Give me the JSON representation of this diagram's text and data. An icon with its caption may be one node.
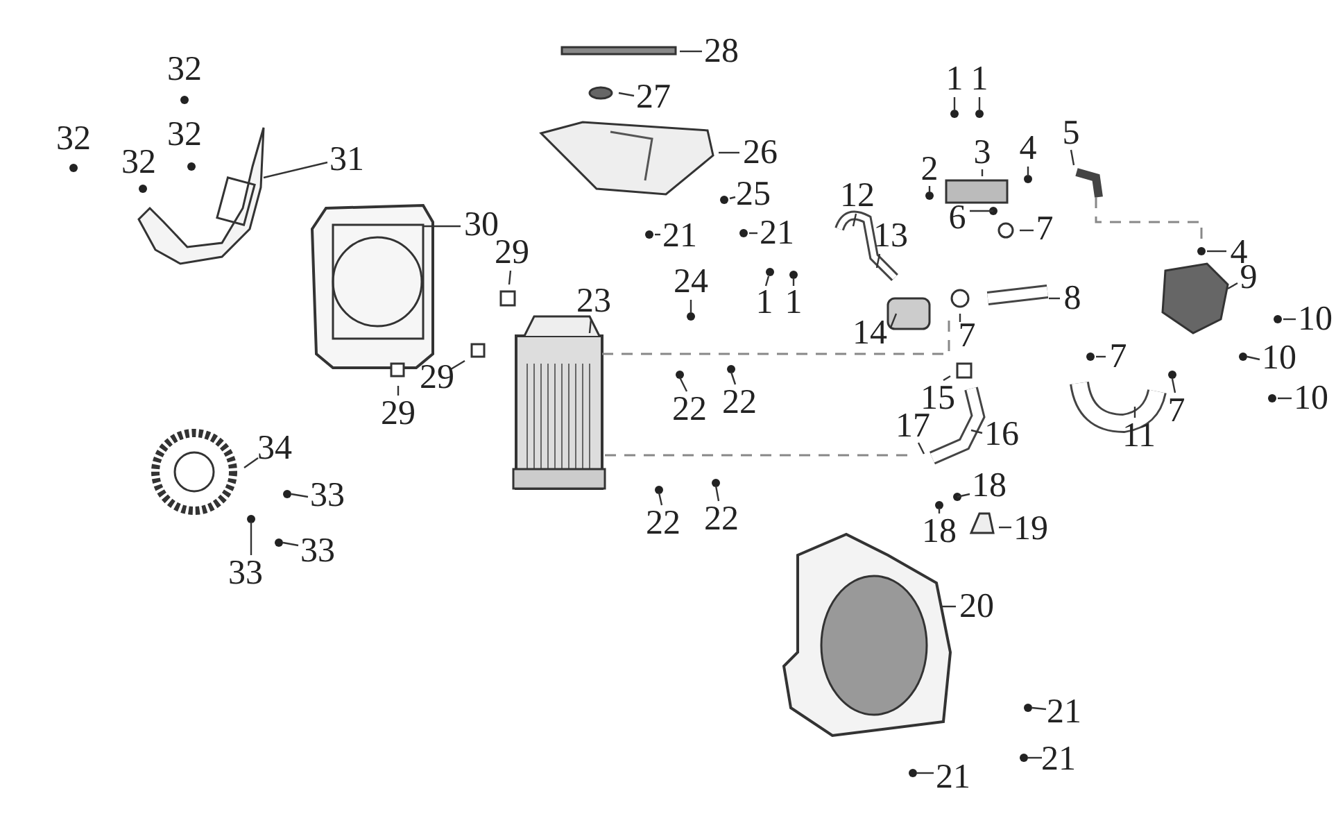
{
  "diagram": {
    "nodes": [
      {
        "text": [
          "31"
        ]
      },
      {
        "text": [
          "30"
        ]
      },
      {
        "text": [
          "29"
        ]
      },
      {
        "text": [
          "29"
        ]
      },
      {
        "text": [
          "29"
        ]
      },
      {
        "text": [
          "23"
        ]
      },
      {
        "text": [
          "28"
        ]
      },
      {
        "text": [
          "27"
        ]
      },
      {
        "text": [
          "26"
        ]
      },
      {
        "text": [
          "25"
        ]
      },
      {
        "text": [
          "21"
        ]
      },
      {
        "text": [
          "21"
        ]
      },
      {
        "text": [
          "24"
        ]
      },
      {
        "text": [
          "1"
        ]
      },
      {
        "text": [
          "1"
        ]
      },
      {
        "text": [
          "22"
        ]
      },
      {
        "text": [
          "22"
        ]
      },
      {
        "text": [
          "22"
        ]
      },
      {
        "text": [
          "22"
        ]
      },
      {
        "text": [
          "1"
        ]
      },
      {
        "text": [
          "1"
        ]
      },
      {
        "text": [
          "2"
        ]
      },
      {
        "text": [
          "3"
        ]
      },
      {
        "text": [
          "4"
        ]
      },
      {
        "text": [
          "5"
        ]
      },
      {
        "text": [
          "6"
        ]
      },
      {
        "text": [
          "7"
        ]
      },
      {
        "text": [
          "12"
        ]
      },
      {
        "text": [
          "13"
        ]
      },
      {
        "text": [
          "14"
        ]
      },
      {
        "text": [
          "7"
        ]
      },
      {
        "text": [
          "8"
        ]
      },
      {
        "text": [
          "4"
        ]
      },
      {
        "text": [
          "9"
        ]
      },
      {
        "text": [
          "10"
        ]
      },
      {
        "text": [
          "10"
        ]
      },
      {
        "text": [
          "10"
        ]
      },
      {
        "text": [
          "7"
        ]
      },
      {
        "text": [
          "7"
        ]
      },
      {
        "text": [
          "11"
        ]
      },
      {
        "text": [
          "15"
        ]
      },
      {
        "text": [
          "17"
        ]
      },
      {
        "text": [
          "16"
        ]
      },
      {
        "text": [
          "18"
        ]
      },
      {
        "text": [
          "18"
        ]
      },
      {
        "text": [
          "19"
        ]
      },
      {
        "text": [
          "20"
        ]
      },
      {
        "text": [
          "21"
        ]
      },
      {
        "text": [
          "21"
        ]
      },
      {
        "text": [
          "21"
        ]
      },
      {
        "text": [
          "34"
        ]
      },
      {
        "text": [
          "33"
        ]
      },
      {
        "text": [
          "33"
        ]
      },
      {
        "text": [
          "33"
        ]
      }
    ],
    "edges": [
      {
        "from": 0,
        "to": null,
        "arrow": "none"
      },
      {
        "from": 1,
        "to": null,
        "arrow": "none"
      },
      {
        "from": 2,
        "to": null,
        "arrow": "none"
      },
      {
        "from": 3,
        "to": null,
        "arrow": "none"
      },
      {
        "from": 4,
        "to": null,
        "arrow": "none"
      },
      {
        "from": 5,
        "to": null,
        "arrow": "none"
      },
      {
        "from": 6,
        "to": null,
        "arrow": "none"
      },
      {
        "from": 7,
        "to": null,
        "arrow": "none"
      },
      {
        "from": 8,
        "to": null,
        "arrow": "none"
      },
      {
        "from": 9,
        "to": null,
        "arrow": "none"
      },
      {
        "from": 10,
        "to": null,
        "arrow": "none"
      },
      {
        "from": 11,
        "to": null,
        "arrow": "none"
      },
      {
        "from": 12,
        "to": null,
        "arrow": "none"
      },
      {
        "from": 13,
        "to": null,
        "arrow": "none"
      },
      {
        "from": 14,
        "to": null,
        "arrow": "none"
      },
      {
        "from": 15,
        "to": null,
        "arrow": "none"
      },
      {
        "from": 16,
        "to": null,
        "arrow": "none"
      },
      {
        "from": 17,
        "to": null,
        "arrow": "none"
      },
      {
        "from": 18,
        "to": null,
        "arrow": "none"
      },
      {
        "from": 19,
        "to": null,
        "arrow": "none"
      },
      {
        "from": 20,
        "to": null,
        "arrow": "none"
      },
      {
        "from": 21,
        "to": null,
        "arrow": "none"
      },
      {
        "from": 22,
        "to": null,
        "arrow": "none"
      },
      {
        "from": 23,
        "to": null,
        "arrow": "none"
      },
      {
        "from": 24,
        "to": null,
        "arrow": "none"
      },
      {
        "from": 25,
        "to": null,
        "arrow": "none"
      },
      {
        "from": 26,
        "to": null,
        "arrow": "none"
      },
      {
        "from": 27,
        "to": null,
        "arrow": "none"
      },
      {
        "from": 28,
        "to": null,
        "arrow": "none"
      },
      {
        "from": 29,
        "to": null,
        "arrow": "none"
      },
      {
        "from": 30,
        "to": null,
        "arrow": "none"
      },
      {
        "from": 31,
        "to": null,
        "arrow": "none"
      },
      {
        "from": 32,
        "to": null,
        "arrow": "none"
      },
      {
        "from": 33,
        "to": null,
        "arrow": "none"
      },
      {
        "from": 34,
        "to": null,
        "arrow": "none"
      },
      {
        "from": 35,
        "to": null,
        "arrow": "none"
      },
      {
        "from": 36,
        "to": null,
        "arrow": "none"
      },
      {
        "from": 37,
        "to": null,
        "arrow": "none"
      },
      {
        "from": 38,
        "to": null,
        "arrow": "none"
      },
      {
        "from": 39,
        "to": null,
        "arrow": "none"
      },
      {
        "from": 40,
        "to": null,
        "arrow": "none"
      },
      {
        "from": 41,
        "to": null,
        "arrow": "none"
      },
      {
        "from": 42,
        "to": null,
        "arrow": "none"
      },
      {
        "from": 43,
        "to": null,
        "arrow": "none"
      },
      {
        "from": 44,
        "to": null,
        "arrow": "none"
      },
      {
        "from": 45,
        "to": null,
        "arrow": "none"
      },
      {
        "from": 46,
        "to": null,
        "arrow": "none"
      },
      {
        "from": 47,
        "to": null,
        "arrow": "none"
      },
      {
        "from": 48,
        "to": null,
        "arrow": "none"
      },
      {
        "from": 49,
        "to": null,
        "arrow": "none"
      },
      {
        "from": 50,
        "to": null,
        "arrow": "none"
      },
      {
        "from": 51,
        "to": null,
        "arrow": "none"
      },
      {
        "from": 52,
        "to": null,
        "arrow": "none"
      },
      {
        "from": 53,
        "to": null,
        "arrow": "none"
      }
    ],
    "labels": [
      "32",
      "32",
      "32",
      "32"
    ]
  }
}
